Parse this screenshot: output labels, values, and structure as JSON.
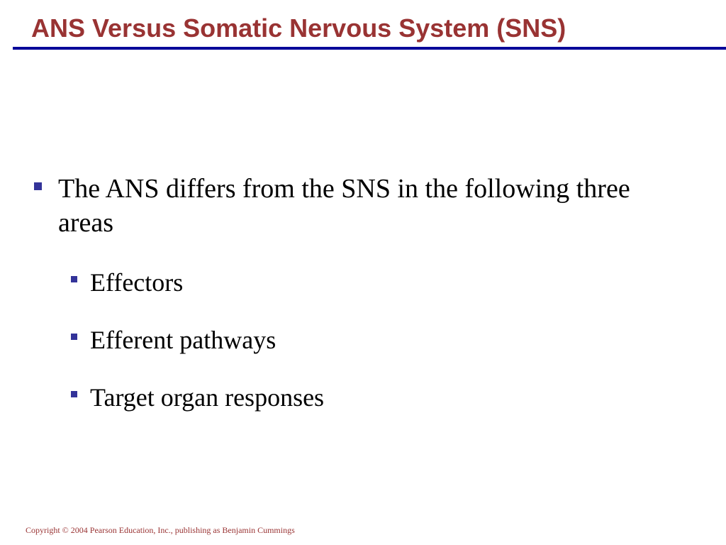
{
  "slide": {
    "title": "ANS Versus Somatic Nervous System (SNS)",
    "bullets": [
      {
        "text": "The ANS differs from the SNS in the following three areas",
        "subbullets": [
          "Effectors",
          "Efferent pathways",
          "Target organ responses"
        ]
      }
    ],
    "footer": "Copyright © 2004 Pearson Education, Inc., publishing as Benjamin Cummings"
  },
  "colors": {
    "title": "#993333",
    "rule": "#000099",
    "bullet_marker": "#333399",
    "footer": "#993333"
  }
}
